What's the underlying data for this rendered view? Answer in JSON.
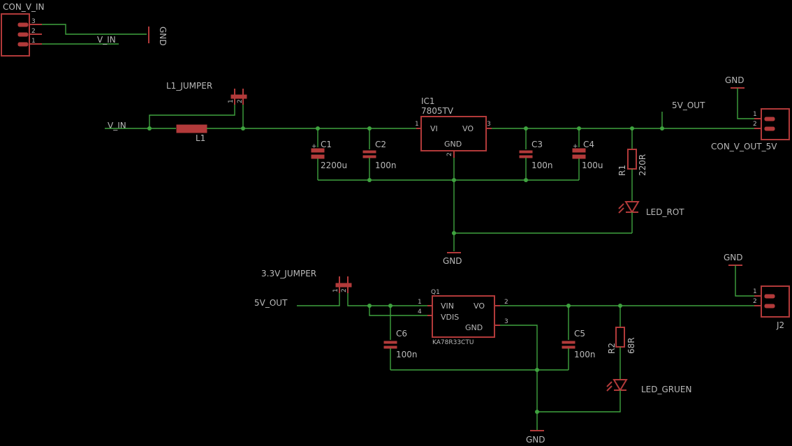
{
  "connectors": {
    "con_v_in": {
      "name": "CON_V_IN",
      "pins": [
        "3",
        "2",
        "1"
      ]
    },
    "con_v_out_5v": {
      "name": "CON_V_OUT_5V",
      "pins": [
        "1",
        "2"
      ]
    },
    "j2": {
      "name": "J2",
      "pins": [
        "1",
        "2"
      ]
    }
  },
  "nets": {
    "v_in": "V_IN",
    "gnd": "GND",
    "five_v_out": "5V_OUT"
  },
  "jumpers": {
    "l1_jumper": {
      "name": "L1_JUMPER",
      "pins": [
        "1",
        "2"
      ]
    },
    "jumper_3v3": {
      "name": "3.3V_JUMPER",
      "pins": [
        "1",
        "2"
      ]
    }
  },
  "inductor": {
    "name": "L1"
  },
  "ic1": {
    "name": "IC1",
    "value": "7805TV",
    "vi": "VI",
    "vo": "VO",
    "gnd": "GND",
    "pin_vi": "1",
    "pin_gnd": "2",
    "pin_vo": "3"
  },
  "q1": {
    "name": "Q1",
    "value": "KA78R33CTU",
    "vin": "VIN",
    "vdis": "VDIS",
    "vo": "VO",
    "gnd": "GND",
    "pin_vin": "1",
    "pin_vdis": "4",
    "pin_vo": "2",
    "pin_gnd": "3"
  },
  "capacitors": {
    "c1": {
      "name": "C1",
      "value": "2200u"
    },
    "c2": {
      "name": "C2",
      "value": "100n"
    },
    "c3": {
      "name": "C3",
      "value": "100n"
    },
    "c4": {
      "name": "C4",
      "value": "100u"
    },
    "c5": {
      "name": "C5",
      "value": "100n"
    },
    "c6": {
      "name": "C6",
      "value": "100n"
    }
  },
  "resistors": {
    "r1": {
      "name": "R1",
      "value": "220R"
    },
    "r2": {
      "name": "R2",
      "value": "68R"
    }
  },
  "leds": {
    "led_rot": {
      "name": "LED_ROT"
    },
    "led_gruen": {
      "name": "LED_GRUEN"
    }
  },
  "colors": {
    "background": "#000000",
    "wire": "#3fa33f",
    "part": "#b23a3a",
    "text": "#b9b9b9"
  }
}
